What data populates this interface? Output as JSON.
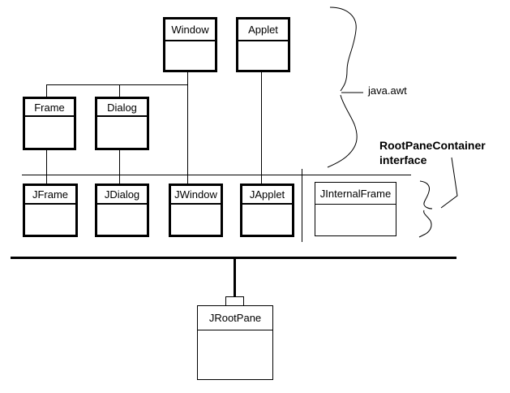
{
  "diagram": {
    "background": "#ffffff",
    "line_color": "#000000",
    "classes": [
      {
        "id": "window",
        "label": "Window"
      },
      {
        "id": "applet",
        "label": "Applet"
      },
      {
        "id": "frame",
        "label": "Frame"
      },
      {
        "id": "dialog",
        "label": "Dialog"
      },
      {
        "id": "jframe",
        "label": "JFrame"
      },
      {
        "id": "jdialog",
        "label": "JDialog"
      },
      {
        "id": "jwindow",
        "label": "JWindow"
      },
      {
        "id": "japplet",
        "label": "JApplet"
      },
      {
        "id": "jinternalframe",
        "label": "JInternalFrame"
      },
      {
        "id": "jrootpane",
        "label": "JRootPane"
      }
    ],
    "annotations": {
      "package_label": "java.awt",
      "interface_label_line1": "RootPaneContainer",
      "interface_label_line2": "interface"
    }
  }
}
